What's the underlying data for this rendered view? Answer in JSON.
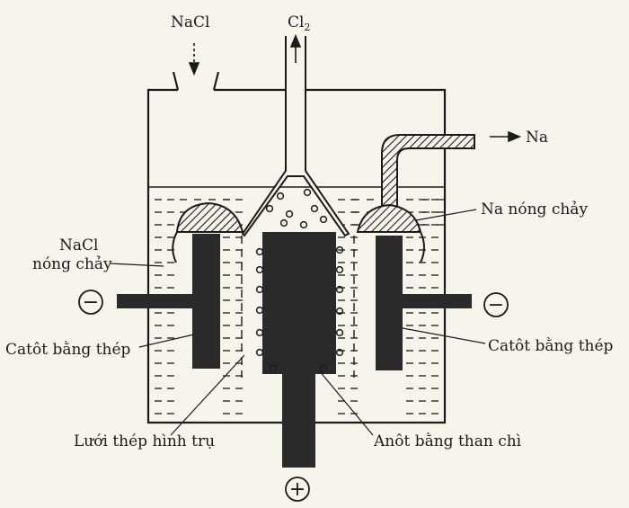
{
  "labels": {
    "nacl_input": "NaCl",
    "cl2_base": "Cl",
    "cl2_sub": "2",
    "na_output": "Na",
    "na_molten": "Na nóng chảy",
    "nacl_molten_1": "NaCl",
    "nacl_molten_2": "nóng chảy",
    "cathode_left": "Catôt bằng thép",
    "cathode_right": "Catôt bằng thép",
    "steel_mesh": "Lưới thép hình trụ",
    "anode": "Anôt bằng than chì",
    "minus_left": "−",
    "minus_right": "−",
    "plus": "+"
  },
  "colors": {
    "ink": "#1b1b1b",
    "paper": "#f7f4ec",
    "electrode": "#2a2a2a"
  }
}
